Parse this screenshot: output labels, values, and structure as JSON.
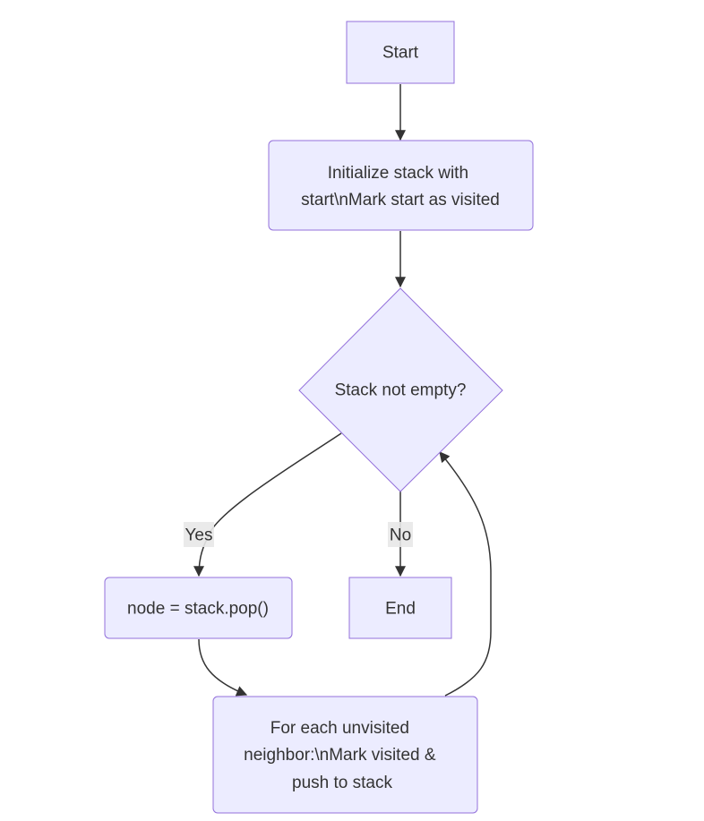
{
  "diagram": {
    "nodes": {
      "start": {
        "label": "Start"
      },
      "init": {
        "lines": [
          "Initialize stack with",
          "start\\nMark start as visited"
        ]
      },
      "check": {
        "label": "Stack not empty?"
      },
      "pop": {
        "label": "node = stack.pop()"
      },
      "end": {
        "label": "End"
      },
      "foreach": {
        "lines": [
          "For each unvisited",
          "neighbor:\\nMark visited &",
          "push to stack"
        ]
      }
    },
    "edges": {
      "yes": {
        "label": "Yes"
      },
      "no": {
        "label": "No"
      }
    },
    "colors": {
      "node_fill": "#ECECFF",
      "node_stroke": "#9370DB",
      "edge": "#333333",
      "text": "#333333",
      "edge_label_bg": "#E8E8E8"
    }
  }
}
